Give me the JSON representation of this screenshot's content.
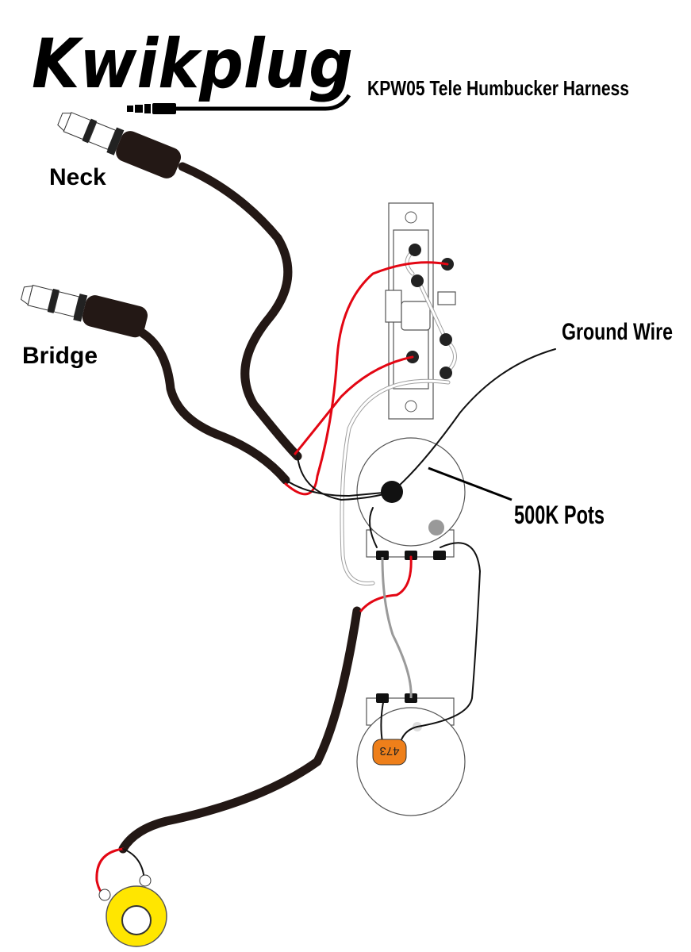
{
  "logo": {
    "text": "Kwikplug"
  },
  "title": "KPW05 Tele Humbucker Harness",
  "labels": {
    "neck": "Neck",
    "bridge": "Bridge",
    "ground_wire": "Ground Wire",
    "pots": "500K Pots"
  },
  "capacitor": {
    "code": "473",
    "color": "#ee7f1a"
  },
  "colors": {
    "wire_black": "#231815",
    "wire_red": "#e30613",
    "wire_grey": "#9a9a9a",
    "jack_yellow": "#ffe600"
  }
}
